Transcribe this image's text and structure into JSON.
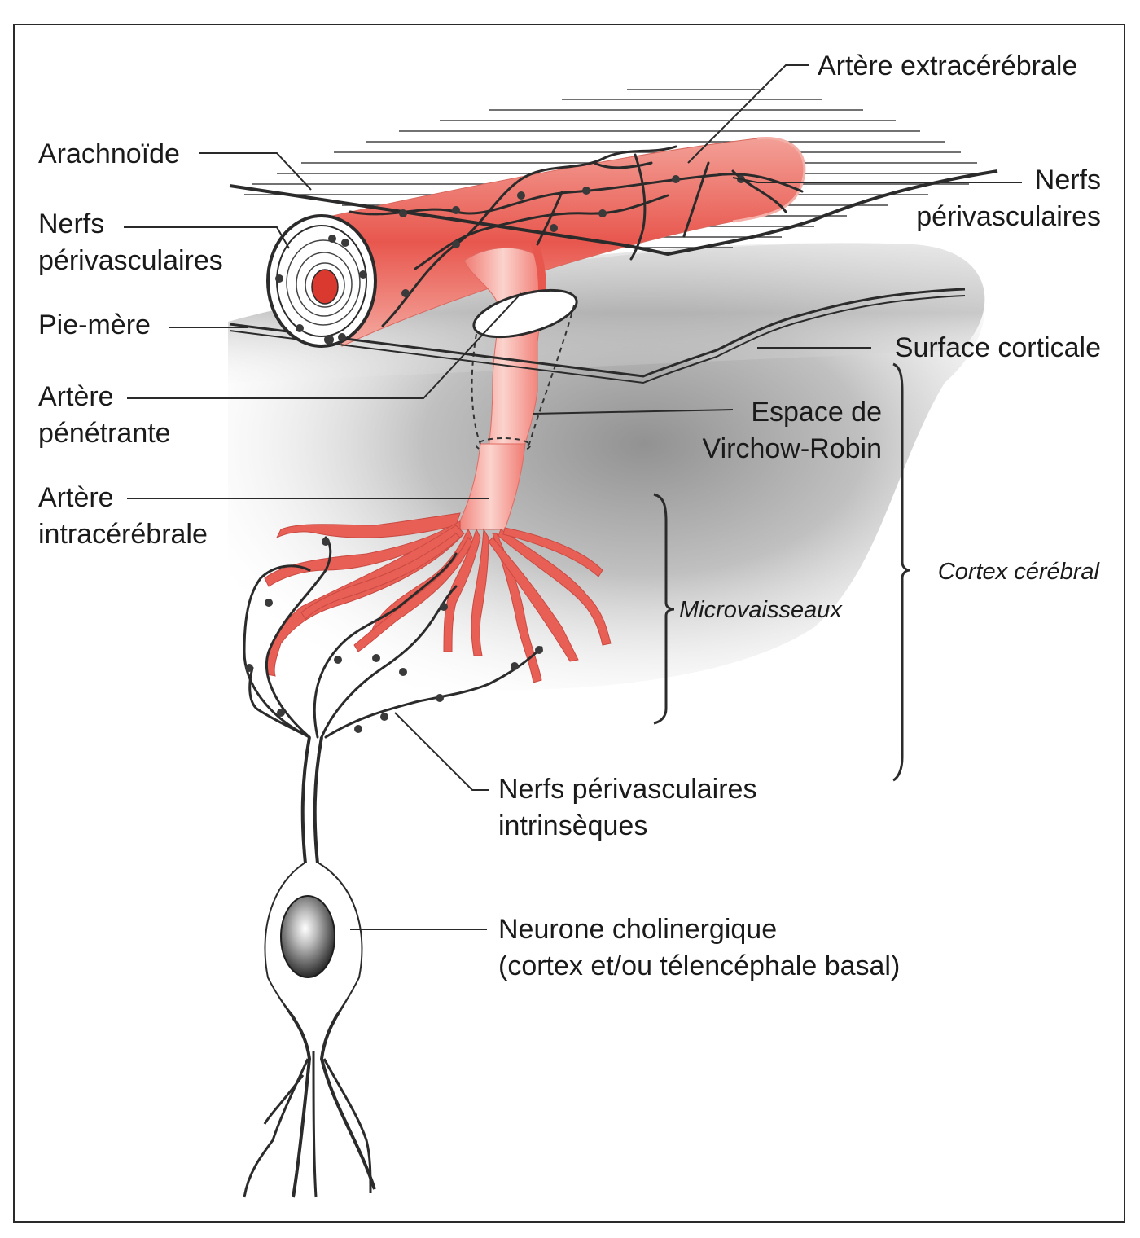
{
  "labels": {
    "artere_extracerebrale": "Artère extracérébrale",
    "arachnoide": "Arachnoïde",
    "nerfs_perivasculaires_left_1": "Nerfs",
    "nerfs_perivasculaires_left_2": "périvasculaires",
    "nerfs_perivasculaires_right_1": "Nerfs",
    "nerfs_perivasculaires_right_2": "périvasculaires",
    "pie_mere": "Pie-mère",
    "surface_corticale": "Surface corticale",
    "artere_penetrante_1": "Artère",
    "artere_penetrante_2": "pénétrante",
    "espace_vr_1": "Espace de",
    "espace_vr_2": "Virchow-Robin",
    "artere_intracerebrale_1": "Artère",
    "artere_intracerebrale_2": "intracérébrale",
    "cortex_cerebral": "Cortex cérébral",
    "microvaisseaux": "Microvaisseaux",
    "nerfs_intrinseques_1": "Nerfs périvasculaires",
    "nerfs_intrinseques_2": "intrinsèques",
    "neurone_1": "Neurone cholinergique",
    "neurone_2": "(cortex et/ou télencéphale basal)"
  },
  "colors": {
    "artery": "#e8574e",
    "artery_light": "#f6b8ae",
    "cortex_shade": "#9a9a9a",
    "ink": "#1a1a1a",
    "frame": "#2a2a2a"
  }
}
